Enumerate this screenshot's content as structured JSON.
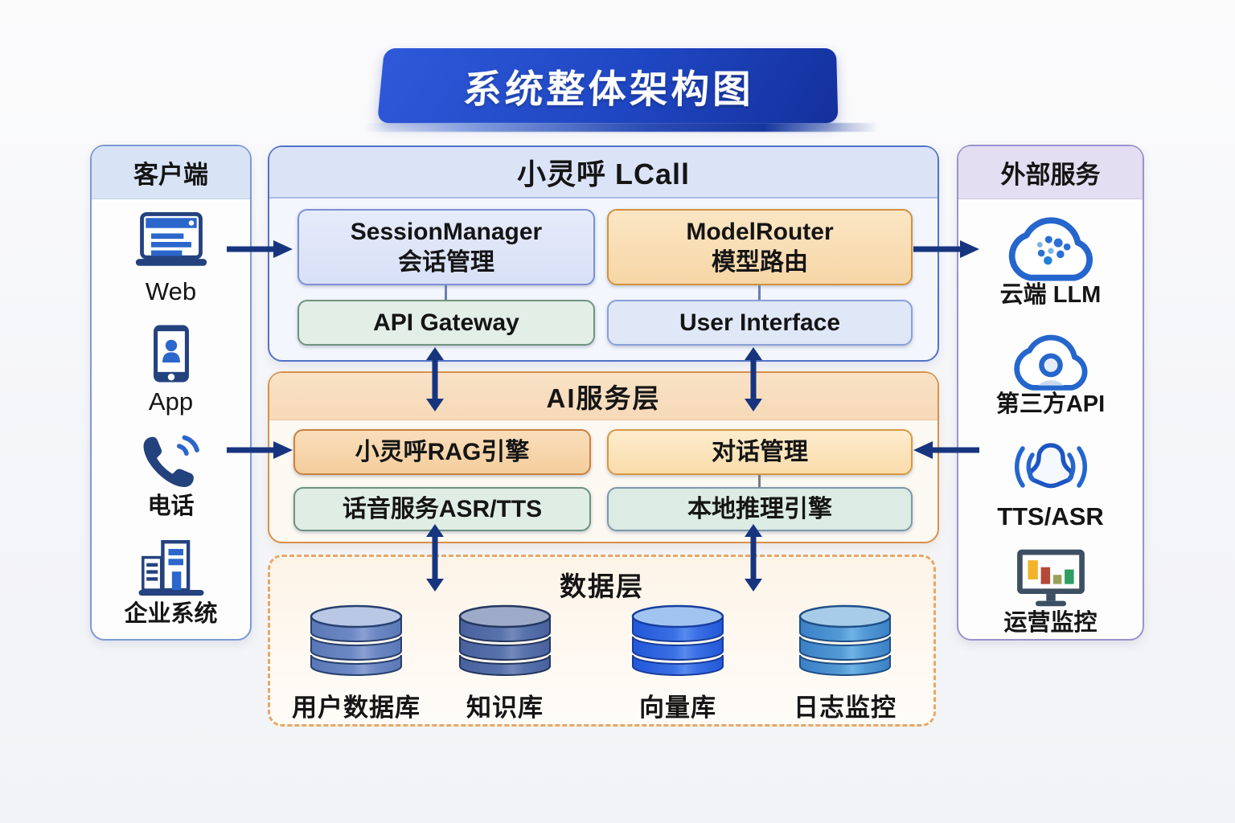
{
  "title": "系统整体架构图",
  "client": {
    "title": "客户端",
    "items": [
      {
        "label": "Web"
      },
      {
        "label": "App"
      },
      {
        "label": "电话"
      },
      {
        "label": "企业系统"
      }
    ]
  },
  "lcall": {
    "title": "小灵呼 LCall",
    "session_line1": "SessionManager",
    "session_line2": "会话管理",
    "router_line1": "ModelRouter",
    "router_line2": "模型路由",
    "gateway": "API Gateway",
    "ui": "User Interface"
  },
  "ai": {
    "title": "AI服务层",
    "rag": "小灵呼RAG引擎",
    "dialog": "对话管理",
    "voice": "话音服务ASR/TTS",
    "local": "本地推理引擎"
  },
  "data_layer": {
    "title": "数据层",
    "items": [
      {
        "label": "用户数据库"
      },
      {
        "label": "知识库"
      },
      {
        "label": "向量库"
      },
      {
        "label": "日志监控"
      }
    ]
  },
  "external": {
    "title": "外部服务",
    "items": [
      {
        "label": "云端 LLM"
      },
      {
        "label": "第三方API"
      },
      {
        "label": "TTS/ASR"
      },
      {
        "label": "运营监控"
      }
    ]
  },
  "palette": {
    "banner_blue": "#1f46c2",
    "arrow_navy": "#17357f",
    "icon_blue": "#2b66cc",
    "icon_navy": "#24427e",
    "orange_border": "#d8904c",
    "lavender_header": "#e3def1",
    "blue_header": "#d8e4f6",
    "db_colors": [
      "#5a78b6",
      "#48619d",
      "#2257d8",
      "#3b80c6"
    ]
  }
}
